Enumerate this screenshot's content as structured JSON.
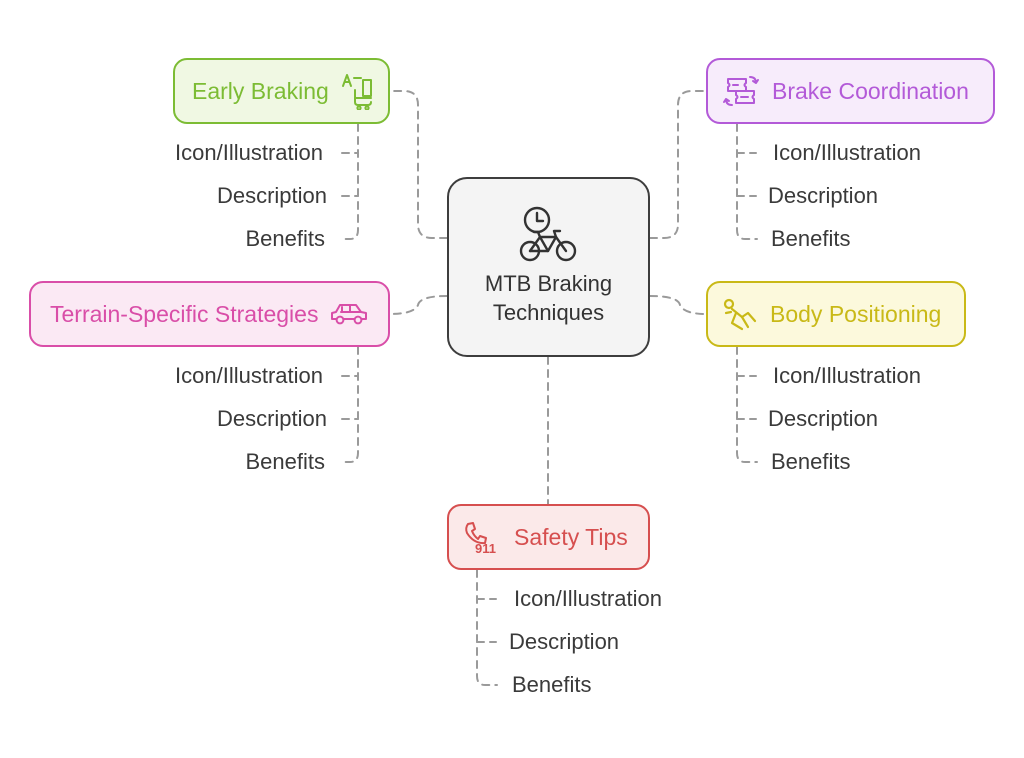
{
  "center": {
    "title_line1": "MTB Braking",
    "title_line2": "Techniques",
    "icon": "bicycle-clock-icon"
  },
  "nodes": {
    "early_braking": {
      "label": "Early Braking",
      "icon": "ab-test-icon",
      "color": "#7cbc34",
      "fill": "#f0f8e3",
      "items": [
        "Icon/Illustration",
        "Description",
        "Benefits"
      ]
    },
    "brake_coordination": {
      "label": "Brake Coordination",
      "icon": "tickets-arrows-icon",
      "color": "#b35ad8",
      "fill": "#f7ecfb",
      "items": [
        "Icon/Illustration",
        "Description",
        "Benefits"
      ]
    },
    "terrain_strategies": {
      "label": "Terrain-Specific Strategies",
      "icon": "suv-car-icon",
      "color": "#d94ea8",
      "fill": "#fbe9f4",
      "items": [
        "Icon/Illustration",
        "Description",
        "Benefits"
      ]
    },
    "body_positioning": {
      "label": "Body Positioning",
      "icon": "body-slide-icon",
      "color": "#c9b917",
      "fill": "#fcf9dc",
      "items": [
        "Icon/Illustration",
        "Description",
        "Benefits"
      ]
    },
    "safety_tips": {
      "label": "Safety Tips",
      "icon": "phone-911-icon",
      "icon_text": "911",
      "color": "#d64f4f",
      "fill": "#fbe9e9",
      "items": [
        "Icon/Illustration",
        "Description",
        "Benefits"
      ]
    }
  },
  "colors": {
    "connector": "#9a9a9a",
    "center_border": "#3d3d3d",
    "center_fill": "#f4f4f4"
  }
}
